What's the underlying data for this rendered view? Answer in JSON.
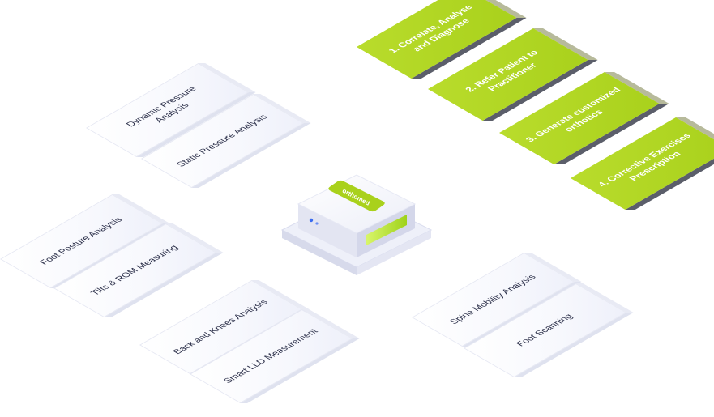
{
  "device": {
    "brand": "orthomed",
    "colors": {
      "accent": "#a9d11c",
      "led": "#3a6cf0",
      "body": "#f2f3fb"
    }
  },
  "steps": [
    {
      "label": "1. Correlate, Analyse and Diagnose"
    },
    {
      "label": "2. Refer Patient to Practitioner"
    },
    {
      "label": "3. Generate customized orthotics"
    },
    {
      "label": "4. Corrective Exercises Prescription"
    }
  ],
  "features": [
    {
      "label": "Dynamic Pressure Analysis"
    },
    {
      "label": "Static Pressure Analysis"
    },
    {
      "label": "Foot Posture Analysis"
    },
    {
      "label": "Tilts & ROM Measuring"
    },
    {
      "label": "Back and Knees Analysis"
    },
    {
      "label": "Smart LLD Measurement"
    },
    {
      "label": "Spine Mobility Analysis"
    },
    {
      "label": "Foot Scanning"
    }
  ],
  "colors": {
    "green": "#a9d11c",
    "card": "#ffffff",
    "text": "#2b2f49"
  }
}
